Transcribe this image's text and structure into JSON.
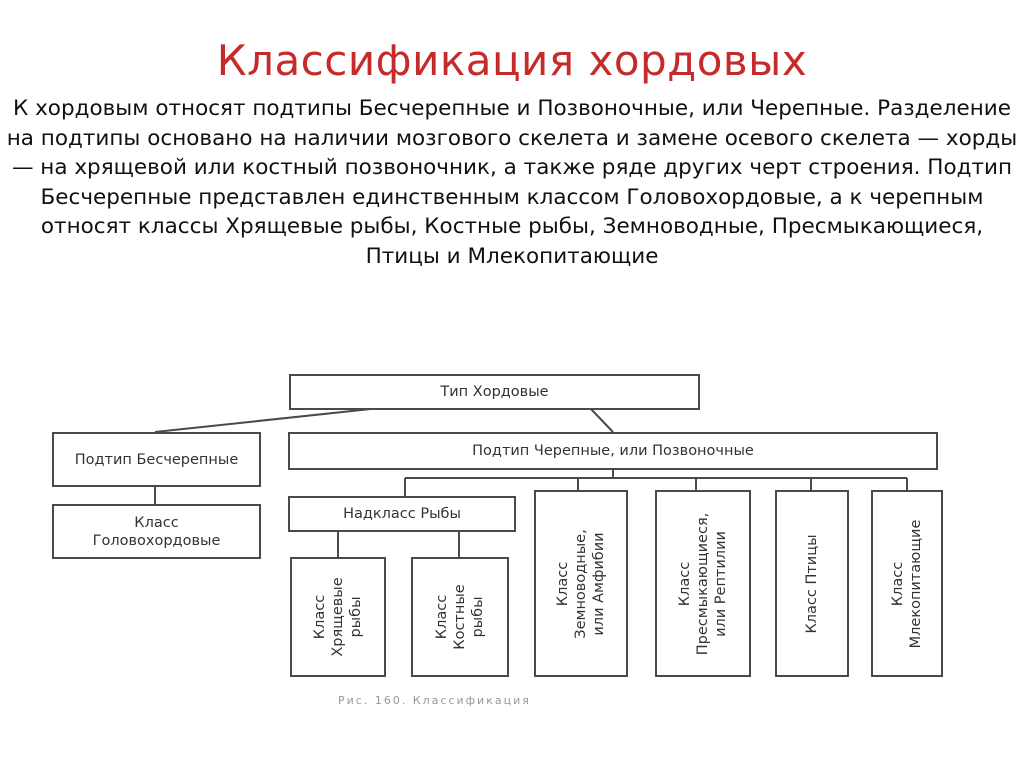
{
  "title": "Классификация хордовых",
  "intro": "К хордовым относят подтипы Бесчерепные и Позвоночные, или Черепные. Разделение на подтипы основано на наличии мозгового скелета и замене осевого скелета — хорды — на хрящевой или костный позвоночник, а также ряде других черт строения. Подтип Бесчерепные представлен единственным классом Головохордовые, а к черепным относят классы Хрящевые рыбы, Костные рыбы, Земноводные, Пресмыкающиеся, Птицы и Млекопитающие",
  "diagram": {
    "root": "Тип Хордовые",
    "subtype_acrania": "Подтип Бесчерепные",
    "class_cephalochordata": [
      "Класс",
      "Головохордовые"
    ],
    "subtype_vertebrata": "Подтип Черепные, или Позвоночные",
    "superclass_fish": "Надкласс Рыбы",
    "class_cartilaginous": [
      "Класс",
      "Хрящевые",
      "рыбы"
    ],
    "class_bony": [
      "Класс",
      "Костные",
      "рыбы"
    ],
    "class_amphibia": [
      "Класс",
      "Земноводные,",
      "или Амфибии"
    ],
    "class_reptilia": [
      "Класс",
      "Пресмыкающиеся,",
      "или Рептилии"
    ],
    "class_aves": [
      "Класс Птицы"
    ],
    "class_mammalia": [
      "Класс",
      "Млекопитающие"
    ]
  },
  "caption": "Рис. 160. Классификация"
}
